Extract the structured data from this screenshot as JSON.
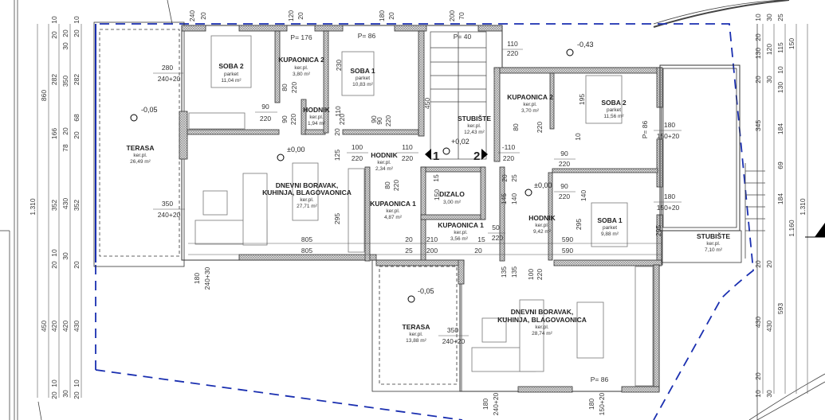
{
  "rooms": [
    {
      "name": "SOBA 2",
      "floor": "parket",
      "area": "11,04 m²"
    },
    {
      "name": "KUPAONICA 2",
      "floor": "ker.pl.",
      "area": "3,80 m²"
    },
    {
      "name": "SOBA 1",
      "floor": "parket",
      "area": "10,83 m²"
    },
    {
      "name": "HODNIK",
      "floor": "ker.pl.",
      "area": "1,94 m²"
    },
    {
      "name": "TERASA",
      "floor": "ker.pl.",
      "area": "26,49 m²"
    },
    {
      "name": "DNEVNI BORAVAK,",
      "name2": "KUHINJA, BLAGOVAONICA",
      "floor": "ker.pl.",
      "area": "27,71 m²"
    },
    {
      "name": "HODNIK",
      "floor": "ker.pl.",
      "area": "2,34 m²"
    },
    {
      "name": "STUBIŠTE",
      "floor": "ker.pl.",
      "area": "12,43 m²"
    },
    {
      "name": "KUPAONICA 2",
      "floor": "ker.pl.",
      "area": "3,70 m²"
    },
    {
      "name": "SOBA 2",
      "floor": "parket",
      "area": "11,56 m²"
    },
    {
      "name": "DIZALO",
      "area": "3,00 m²"
    },
    {
      "name": "KUPAONICA 1",
      "floor": "ker.pl.",
      "area": "4,87 m²"
    },
    {
      "name": "KUPAONICA 1",
      "floor": "ker.pl.",
      "area": "3,56 m²"
    },
    {
      "name": "HODNIK",
      "floor": "ker.pl.",
      "area": "9,42 m²"
    },
    {
      "name": "SOBA 1",
      "floor": "parket",
      "area": "9,88 m²"
    },
    {
      "name": "STUBIŠTE",
      "floor": "ker.pl.",
      "area": "7,10 m²"
    },
    {
      "name": "TERASA",
      "floor": "ker.pl.",
      "area": "13,88 m²"
    },
    {
      "name": "DNEVNI BORAVAK,",
      "name2": "KUHINJA, BLAGOVAONICA",
      "floor": "ker.pl.",
      "area": "28,74 m²"
    }
  ],
  "levels": [
    "-0,05",
    "±0,00",
    "+0,02",
    "-0,43",
    "±0,00",
    "-0,05"
  ],
  "section_markers": [
    "1",
    "2"
  ],
  "openings": [
    {
      "w": "90",
      "h": "220"
    },
    {
      "w": "100",
      "h": "220"
    },
    {
      "w": "110",
      "h": "220"
    },
    {
      "w": "110",
      "h": "220"
    },
    {
      "w": "-110",
      "h": "220"
    },
    {
      "w": "90",
      "h": "220"
    },
    {
      "w": "90",
      "h": "220"
    },
    {
      "w": "280",
      "h": "240+20"
    },
    {
      "w": "350",
      "h": "240+20"
    },
    {
      "w": "180",
      "h": "150+20"
    },
    {
      "w": "180",
      "h": "150+20"
    },
    {
      "w": "350",
      "h": "240+20"
    },
    {
      "w": "50",
      "h": "220"
    }
  ],
  "openings_vertical": [
    {
      "w": "80",
      "h": "220"
    },
    {
      "w": "90",
      "h": "220"
    },
    {
      "w": "90",
      "h": "220"
    },
    {
      "w": "80",
      "h": "220"
    },
    {
      "w": "100",
      "h": "220"
    },
    {
      "w": "180",
      "h": "240+30"
    },
    {
      "w": "180",
      "h": "240+20"
    },
    {
      "w": "180",
      "h": "150+20"
    },
    {
      "w": "90",
      "h": "220"
    },
    {
      "w": "80",
      "h": "220"
    }
  ],
  "parapets": [
    "P= 176",
    "P= 86",
    "P= 40",
    "P= 86",
    "P= 86"
  ],
  "dims_left": {
    "col1": [
      "1.310"
    ],
    "col2": [
      "860",
      "450"
    ],
    "col3": [
      "10",
      "20",
      "282",
      "166",
      "352",
      "10",
      "20",
      "420",
      "10",
      "20"
    ],
    "col4": [
      "20",
      "30",
      "350",
      "20",
      "430",
      "30",
      "420",
      "30"
    ],
    "col5": [
      "20",
      "10",
      "282",
      "68",
      "78",
      "20",
      "352",
      "20",
      "430",
      "10",
      "20"
    ]
  },
  "dims_right": {
    "col1": [
      "10",
      "20",
      "130",
      "20",
      "345",
      "20",
      "430",
      "20",
      "10"
    ],
    "col2": [
      "30",
      "120",
      "30",
      "20",
      "430",
      "30"
    ],
    "col3": [
      "25",
      "115",
      "10",
      "130",
      "184",
      "69",
      "184",
      "593"
    ],
    "col4": [
      "150",
      "1.160"
    ],
    "col5": [
      "1.310"
    ]
  },
  "dims_interior": [
    "805",
    "805",
    "20",
    "25",
    "210",
    "200",
    "15",
    "20",
    "590",
    "590"
  ],
  "dims_interior_vertical": [
    "125",
    "295",
    "110",
    "20",
    "450",
    "150",
    "145",
    "140",
    "135",
    "135",
    "195",
    "140",
    "295",
    "295",
    "230",
    "10",
    "15",
    "20",
    "25"
  ],
  "dims_top": [
    "240",
    "20",
    "120",
    "20",
    "180",
    "20",
    "200",
    "70"
  ],
  "colors": {
    "boundary": "#1a2fb0",
    "wall_hatch": "#9a9a9a",
    "line": "#333333"
  }
}
